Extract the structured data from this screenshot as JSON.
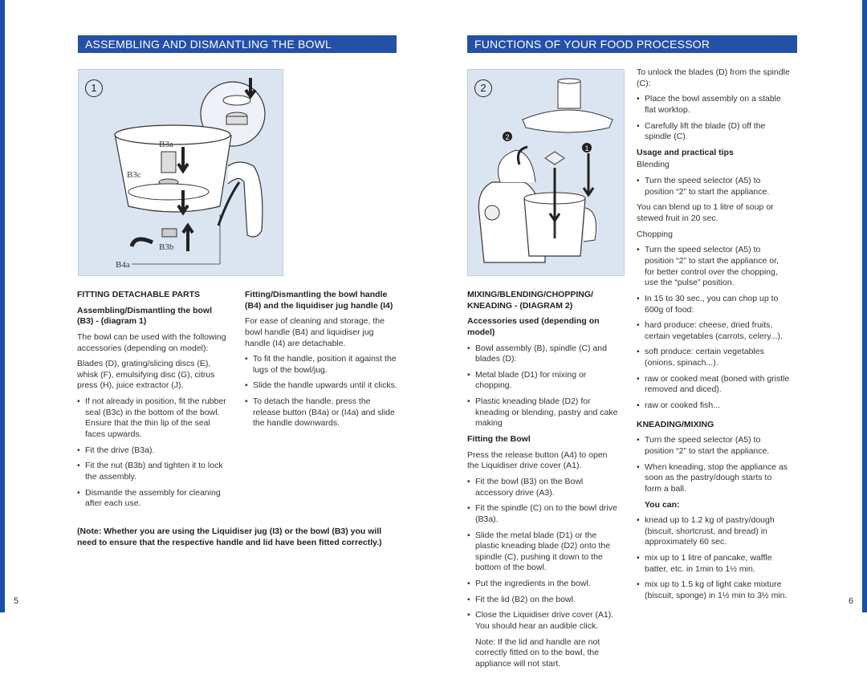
{
  "left_page": {
    "banner": "ASSEMBLING AND DISMANTLING THE BOWL",
    "diagram": {
      "number": "1",
      "labels": {
        "b3a": "B3a",
        "b3c": "B3c",
        "b3b": "B3b",
        "b4a": "B4a"
      }
    },
    "col1": {
      "heading": "FITTING DETACHABLE PARTS",
      "subheading": "Assembling/Dismantling the bowl (B3) - (diagram 1)",
      "p1": "The bowl can be used with the following accessories (depending on model):",
      "p2": "Blades (D), grating/slicing discs (E), whisk (F), emulsifying disc (G), citrus press (H), juice extractor (J).",
      "bullets": [
        "If not already in position, fit the rubber seal (B3c) in the bottom of the bowl. Ensure that the thin lip of the seal faces upwards.",
        "Fit the drive (B3a).",
        "Fit the nut (B3b) and tighten it to lock the assembly.",
        "Dismantle the assembly for cleaning after each use."
      ]
    },
    "col2": {
      "heading": "Fitting/Dismantling the bowl handle (B4) and the liquidiser jug handle (I4)",
      "p1": "For ease of cleaning and storage, the bowl handle (B4) and liquidiser jug handle (I4) are detachable.",
      "bullets": [
        "To fit the handle, position it against the lugs of the bowl/jug.",
        "Slide the handle upwards until it clicks.",
        "To detach the handle, press the release button (B4a) or (I4a) and slide the handle downwards."
      ]
    },
    "note": "(Note: Whether you are using the Liquidiser jug (I3) or the bowl (B3) you will need to ensure that the respective handle and lid have been fitted correctly.)",
    "page_number": "5"
  },
  "right_page": {
    "banner": "FUNCTIONS OF YOUR FOOD PROCESSOR",
    "diagram": {
      "number": "2",
      "callout_a": "2",
      "callout_b": "1"
    },
    "col3": {
      "heading": "MIXING/BLENDING/CHOPPING/ KNEADING - (DIAGRAM 2)",
      "subheading": "Accessories used (depending on model)",
      "bullets1": [
        "Bowl assembly (B), spindle (C) and blades (D):",
        "Metal blade (D1) for mixing or chopping.",
        "Plastic kneading blade (D2) for kneading or blending, pastry and cake making"
      ],
      "fitting_heading": "Fitting the Bowl",
      "fitting_p": "Press the release button (A4) to open the Liquidiser drive cover (A1).",
      "bullets2": [
        "Fit the bowl (B3) on the Bowl accessory drive (A3).",
        "Fit the spindle (C) on to the bowl drive (B3a).",
        "Slide the metal blade (D1) or the plastic kneading blade (D2) onto the spindle (C), pushing it down to the bottom of the bowl.",
        "Put the ingredients in the bowl.",
        "Fit the lid (B2) on the bowl.",
        "Close the Liquidiser drive cover (A1). You should hear an audible click."
      ],
      "final_note": "Note: If the lid and handle are not correctly fitted on to the bowl, the appliance will not start."
    },
    "col4": {
      "p_unlock": "To unlock the blades (D) from the spindle (C):",
      "bullets_unlock": [
        "Place the bowl assembly on a stable flat worktop.",
        "Carefully lift the blade (D) off the spindle (C)."
      ],
      "usage_heading": "Usage and practical tips",
      "blending_label": "Blending",
      "blending_bullets": [
        "Turn the speed selector (A5) to position “2” to start the appliance."
      ],
      "blending_p": "You can blend up to 1 litre of soup or stewed fruit in 20 sec.",
      "chopping_label": "Chopping",
      "chopping_bullets": [
        "Turn the speed selector (A5) to position “2” to start the appliance or, for better control over the chopping, use the “pulse” position.",
        "In 15 to 30 sec., you can chop up to 600g of food:",
        "hard produce: cheese, dried fruits, certain vegetables (carrots, celery...).",
        "soft produce: certain vegetables (onions, spinach...).",
        "raw or cooked meat (boned with gristle removed and diced).",
        "raw or cooked fish..."
      ],
      "kneading_heading": "KNEADING/MIXING",
      "kneading_bullets": [
        "Turn the speed selector (A5) to position “2” to start the appliance.",
        "When kneading, stop the appliance as soon as the pastry/dough starts to form a ball."
      ],
      "you_can": "You can:",
      "you_can_bullets": [
        "knead up to 1.2 kg of pastry/dough (biscuit, shortcrust, and bread) in approximately 60 sec.",
        "mix up to 1 litre of pancake, waffle batter, etc. in 1min to 1½ min.",
        "mix up to 1.5 kg of light cake mixture (biscuit, sponge) in 1½ min to 3½ min."
      ]
    },
    "page_number": "6"
  }
}
